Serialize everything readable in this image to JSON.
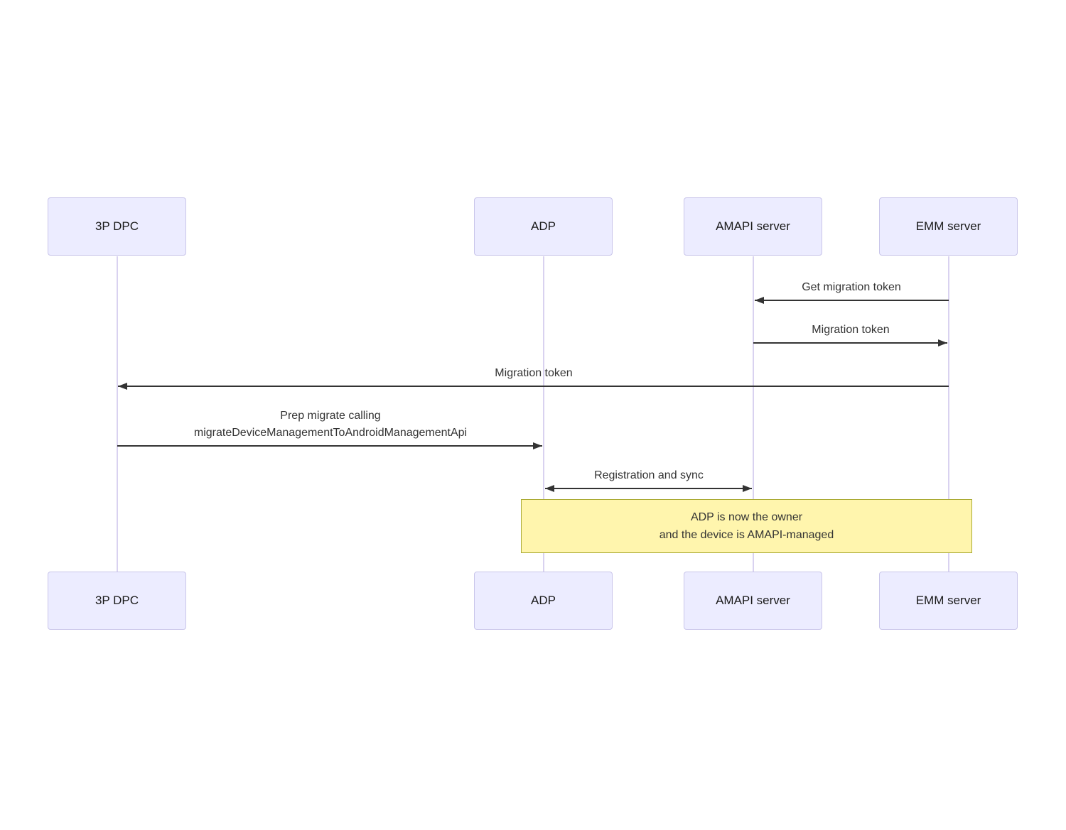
{
  "diagram": {
    "type": "sequence",
    "actors": [
      {
        "label": "3P DPC"
      },
      {
        "label": "ADP"
      },
      {
        "label": "AMAPI server"
      },
      {
        "label": "EMM server"
      }
    ],
    "messages": [
      {
        "from": "EMM server",
        "to": "AMAPI server",
        "arrow": "left",
        "lines": [
          "Get migration token"
        ]
      },
      {
        "from": "AMAPI server",
        "to": "EMM server",
        "arrow": "right",
        "lines": [
          "Migration token"
        ]
      },
      {
        "from": "EMM server",
        "to": "3P DPC",
        "arrow": "left",
        "lines": [
          "Migration token"
        ]
      },
      {
        "from": "3P DPC",
        "to": "ADP",
        "arrow": "right",
        "lines": [
          "Prep migrate calling",
          "migrateDeviceManagementToAndroidManagementApi"
        ]
      },
      {
        "from": "ADP",
        "to": "AMAPI server",
        "arrow": "both",
        "lines": [
          "Registration and sync"
        ]
      }
    ],
    "note": {
      "over": [
        "ADP",
        "EMM server"
      ],
      "lines": [
        "ADP is now the owner",
        "and the device is AMAPI-managed"
      ]
    },
    "colors": {
      "actor_fill": "#ECECFF",
      "actor_border": "#C9C5EA",
      "lifeline": "#D9D2F0",
      "message_line": "#333333",
      "message_text": "#333333",
      "note_fill": "#FFF5AD",
      "note_border": "#AAAA33"
    }
  }
}
